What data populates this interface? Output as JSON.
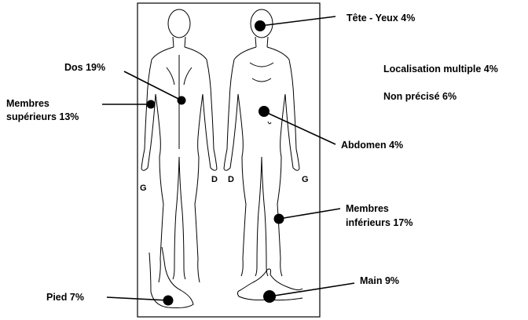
{
  "side_letters": {
    "left_fig_left": "G",
    "left_fig_right": "D",
    "right_fig_left": "D",
    "right_fig_right": "G"
  },
  "labels": {
    "tete": "Tête - Yeux  4%",
    "dos": "Dos  19%",
    "membres_sup_1": "Membres",
    "membres_sup_2": "supérieurs 13%",
    "localisation": "Localisation multiple 4%",
    "non_precise": "Non précisé 6%",
    "abdomen": "Abdomen 4%",
    "membres_inf_1": "Membres",
    "membres_inf_2": "inférieurs 17%",
    "main": "Main 9%",
    "pied": "Pied 7%"
  },
  "colors": {
    "ink": "#000000",
    "background": "#ffffff"
  }
}
